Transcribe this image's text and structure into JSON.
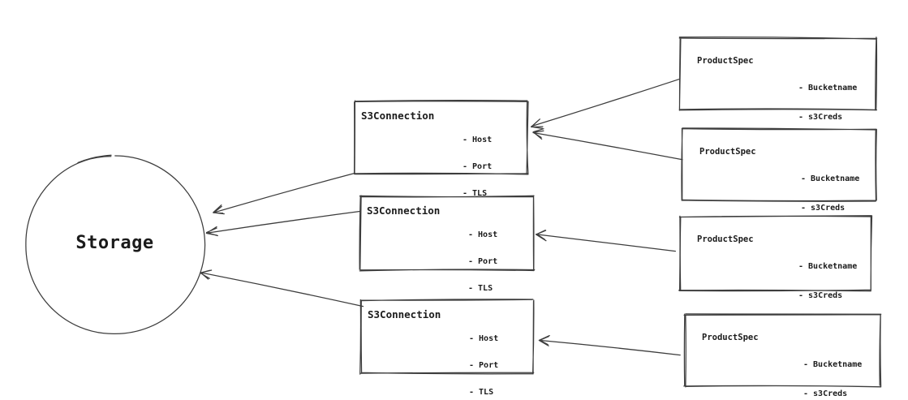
{
  "diagram": {
    "storage": {
      "id": "storage",
      "label": "Storage"
    },
    "s3_connections": [
      {
        "id": "s3connection-1",
        "title": "S3Connection",
        "attributes": [
          "- Host",
          "- Port",
          "- TLS"
        ]
      },
      {
        "id": "s3connection-2",
        "title": "S3Connection",
        "attributes": [
          "- Host",
          "- Port",
          "- TLS"
        ]
      },
      {
        "id": "s3connection-3",
        "title": "S3Connection",
        "attributes": [
          "- Host",
          "- Port",
          "- TLS"
        ]
      }
    ],
    "product_specs": [
      {
        "id": "productspec-1",
        "title": "ProductSpec",
        "attributes": [
          "- Bucketname",
          "- s3Creds"
        ]
      },
      {
        "id": "productspec-2",
        "title": "ProductSpec",
        "attributes": [
          "- Bucketname",
          "- s3Creds"
        ]
      },
      {
        "id": "productspec-3",
        "title": "ProductSpec",
        "attributes": [
          "- Bucketname",
          "- s3Creds"
        ]
      },
      {
        "id": "productspec-4",
        "title": "ProductSpec",
        "attributes": [
          "- Bucketname",
          "- s3Creds"
        ]
      }
    ],
    "edges": [
      {
        "from": "s3connection-1",
        "to": "storage"
      },
      {
        "from": "s3connection-2",
        "to": "storage"
      },
      {
        "from": "s3connection-3",
        "to": "storage"
      },
      {
        "from": "productspec-1",
        "to": "s3connection-1"
      },
      {
        "from": "productspec-2",
        "to": "s3connection-1"
      },
      {
        "from": "productspec-3",
        "to": "s3connection-2"
      },
      {
        "from": "productspec-4",
        "to": "s3connection-3"
      }
    ],
    "colors": {
      "stroke": "#3d3d3d",
      "text": "#1b1b1b",
      "background": "#ffffff"
    }
  }
}
